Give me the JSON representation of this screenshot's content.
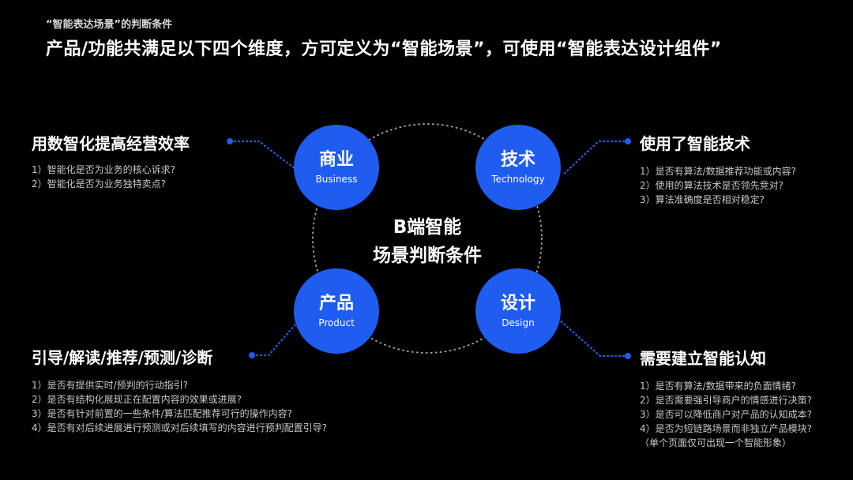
{
  "header": {
    "subtitle": "“智能表达场景”的判断条件",
    "title": "产品/功能共满足以下四个维度，方可定义为“智能场景”，可使用“智能表达设计组件”"
  },
  "center": {
    "line1": "B端智能",
    "line2": "场景判断条件"
  },
  "nodes": {
    "business": {
      "zh": "商业",
      "en": "Business"
    },
    "technology": {
      "zh": "技术",
      "en": "Technology"
    },
    "product": {
      "zh": "产品",
      "en": "Product"
    },
    "design": {
      "zh": "设计",
      "en": "Design"
    }
  },
  "sections": {
    "business": {
      "heading": "用数智化提高经营效率",
      "items": [
        "1）智能化是否为业务的核心诉求?",
        "2）智能化是否为业务独特卖点?"
      ]
    },
    "technology": {
      "heading": "使用了智能技术",
      "items": [
        "1）是否有算法/数据推荐功能或内容?",
        "2）使用的算法技术是否领先竞对?",
        "3）算法准确度是否相对稳定?"
      ]
    },
    "product": {
      "heading": "引导/解读/推荐/预测/诊断",
      "items": [
        "1）是否有提供实时/预判的行动指引?",
        "2）是否有结构化展现正在配置内容的效果或进展?",
        "3）是否有针对前置的一些条件/算法匹配推荐可行的操作内容?",
        "4）是否有对后续进展进行预测或对后续填写的内容进行预判配置引导?"
      ]
    },
    "design": {
      "heading": "需要建立智能认知",
      "items": [
        "1）是否有算法/数据带来的负面情绪?",
        "2）是否需要强引导商户的情感进行决策?",
        "3）是否可以降低商户对产品的认知成本?",
        "4）是否为短链路场景而非独立产品模块?",
        "（单个页面仅可出现一个智能形象）"
      ]
    }
  },
  "colors": {
    "accent": "#1f5cf0",
    "background": "#000000"
  }
}
